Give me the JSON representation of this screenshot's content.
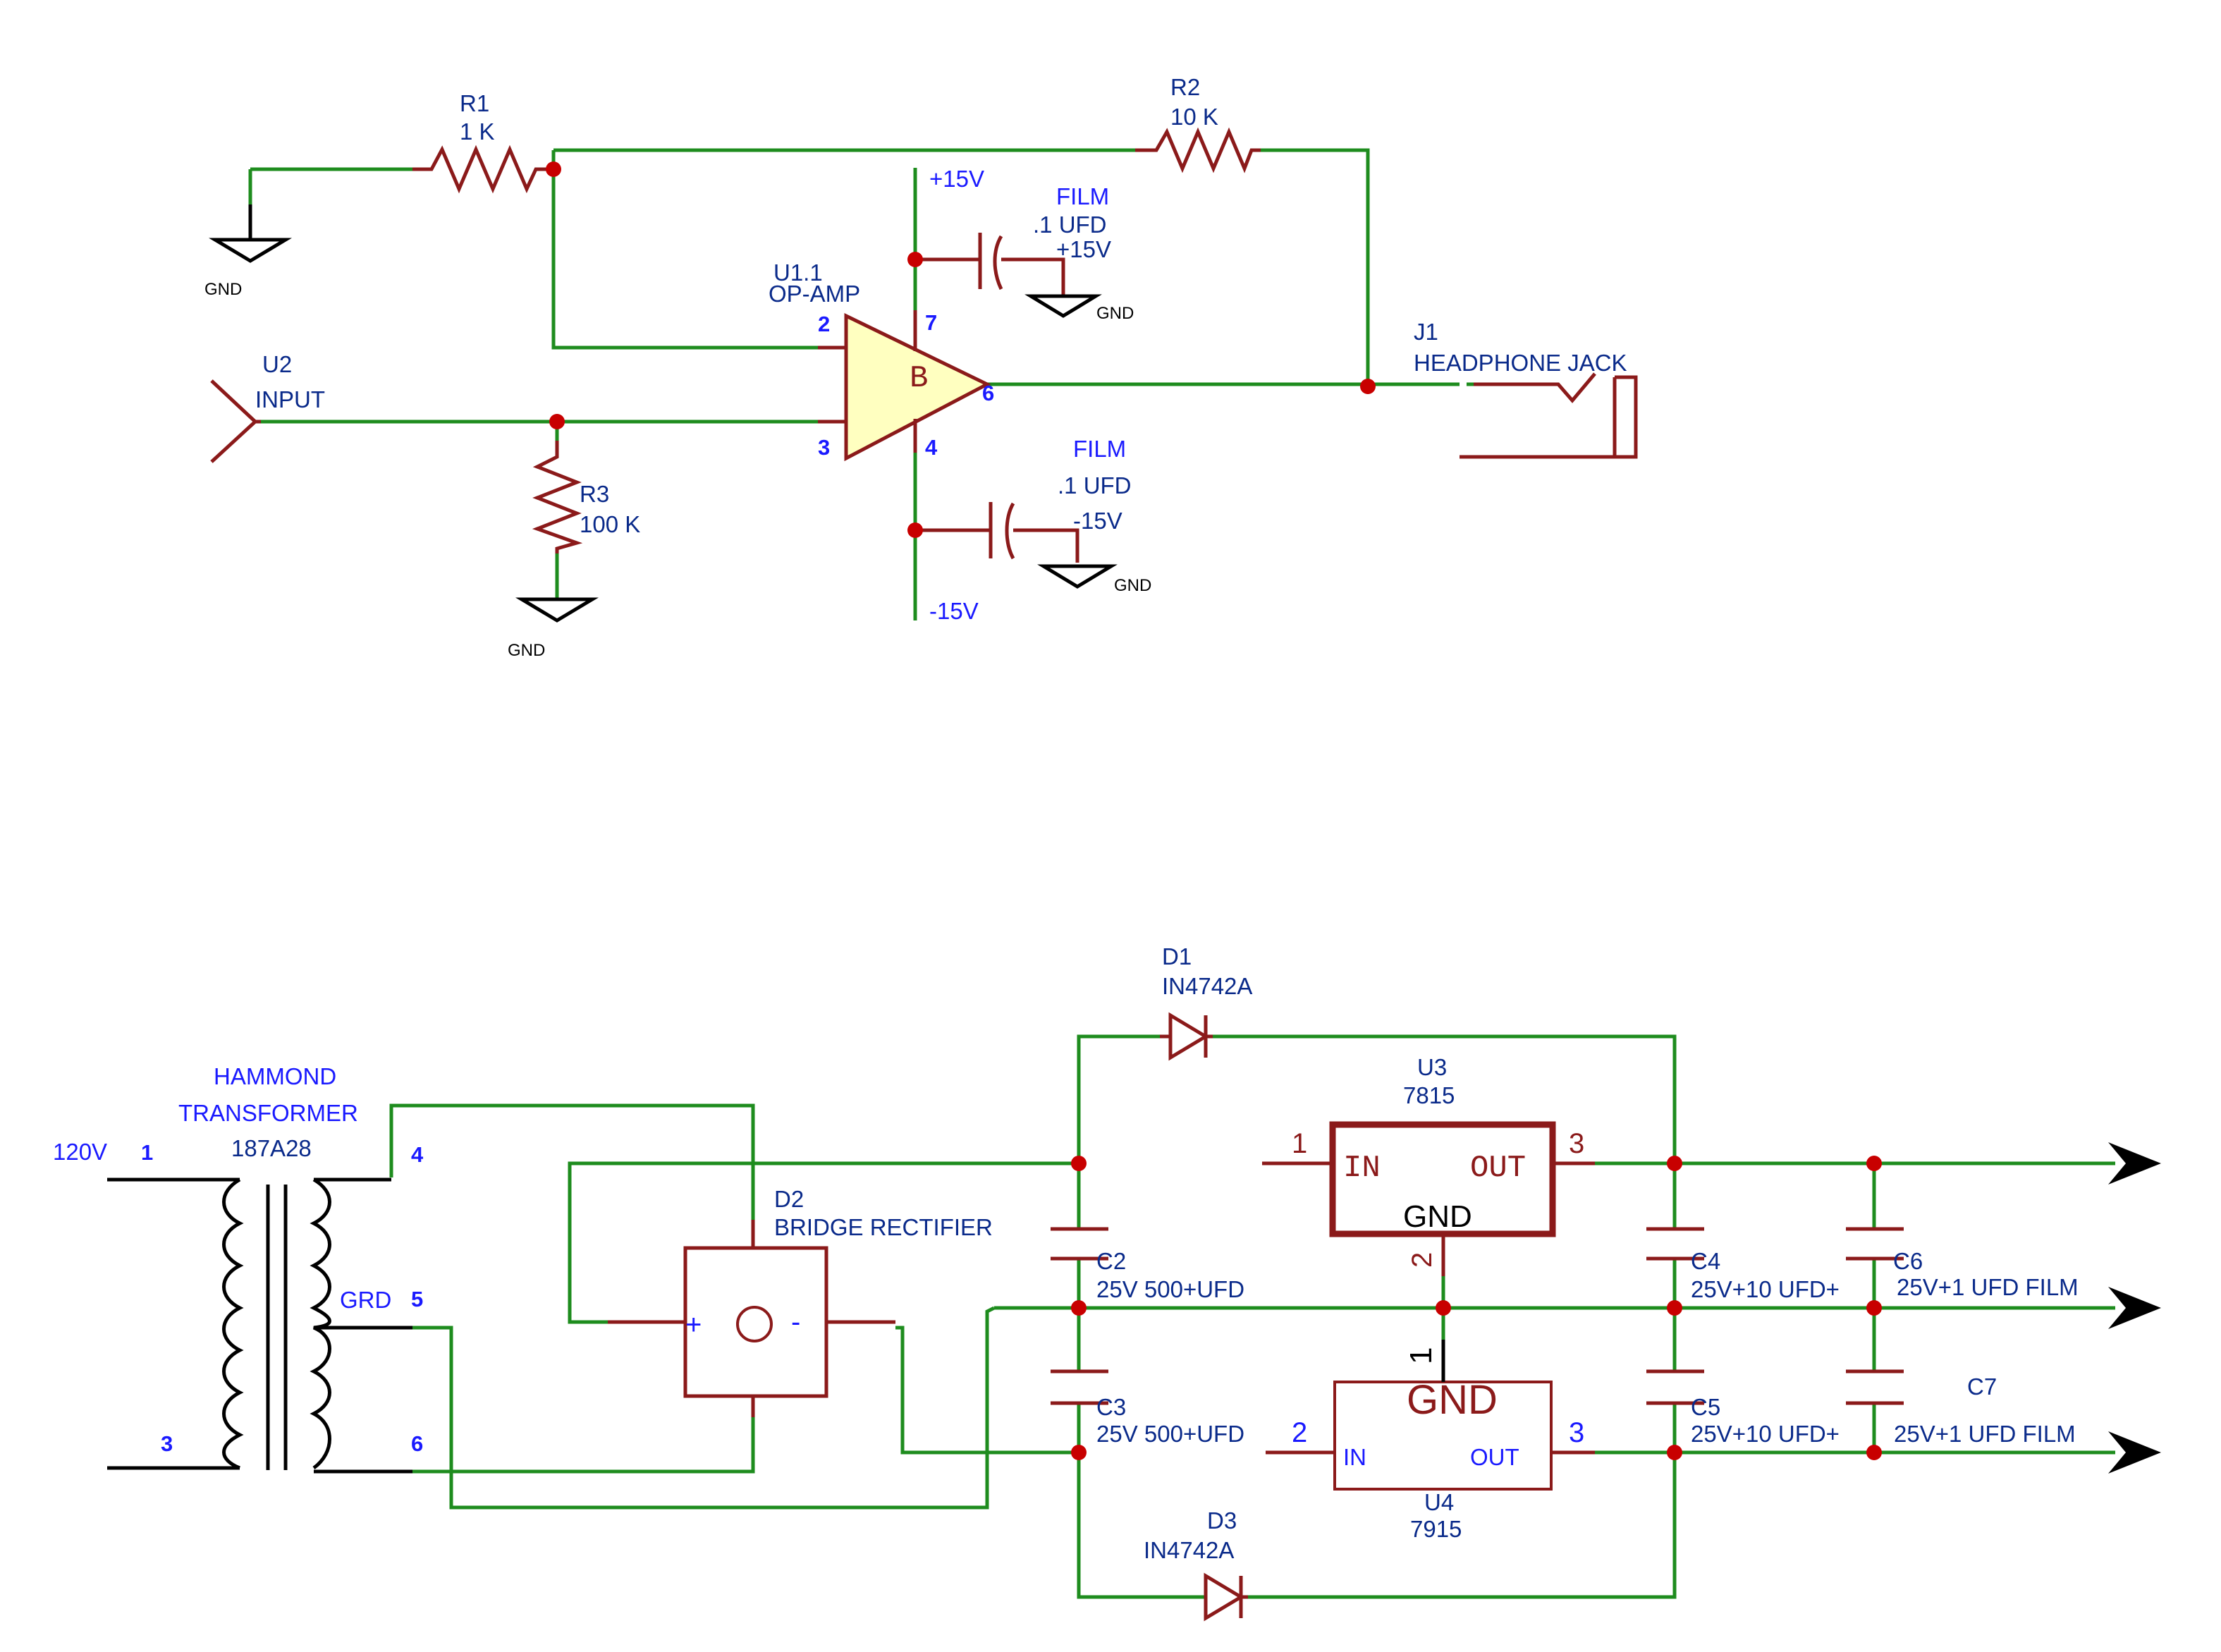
{
  "amp": {
    "r1": {
      "ref": "R1",
      "value": "1 K"
    },
    "r2": {
      "ref": "R2",
      "value": "10 K"
    },
    "r3": {
      "ref": "R3",
      "value": "100 K"
    },
    "u1": {
      "ref": "U1.1",
      "type": "OP-AMP",
      "body_letter": "B",
      "pin_inv": "2",
      "pin_noninv": "3",
      "pin_vpos": "7",
      "pin_vneg": "4",
      "pin_out": "6"
    },
    "u2": {
      "ref": "U2",
      "label": "INPUT"
    },
    "j1": {
      "ref": "J1",
      "label": "HEADPHONE JACK"
    },
    "rail_pos": "+15V",
    "rail_neg": "-15V",
    "cap_top": {
      "type": "FILM",
      "value": ".1 UFD",
      "rail": "+15V"
    },
    "cap_bottom": {
      "type": "FILM",
      "value": ".1 UFD",
      "rail": "-15V"
    },
    "gnd": "GND"
  },
  "psu": {
    "transformer": {
      "line1": "HAMMOND",
      "line2": "TRANSFORMER",
      "model": "187A28",
      "primary_voltage": "120V",
      "pin1": "1",
      "pin3": "3",
      "pin4": "4",
      "pin5": "5",
      "pin6": "6",
      "ground_label": "GRD"
    },
    "d2": {
      "ref": "D2",
      "label": "BRIDGE RECTIFIER",
      "plus": "+",
      "minus": "-"
    },
    "d1": {
      "ref": "D1",
      "part": "IN4742A"
    },
    "d3": {
      "ref": "D3",
      "part": "IN4742A"
    },
    "u3": {
      "ref": "U3",
      "part": "7815",
      "in_label": "IN",
      "out_label": "OUT",
      "gnd_label": "GND",
      "pin_in": "1",
      "pin_out": "3",
      "pin_gnd": "2"
    },
    "u4": {
      "ref": "U4",
      "part": "7915",
      "in_label": "IN",
      "out_label": "OUT",
      "gnd_label": "GND",
      "pin_in": "2",
      "pin_out": "3",
      "pin_gnd": "1"
    },
    "c2": {
      "ref": "C2",
      "value": "25V 500+UFD"
    },
    "c3": {
      "ref": "C3",
      "value": "25V 500+UFD"
    },
    "c4": {
      "ref": "C4",
      "value": "25V+10 UFD+"
    },
    "c5": {
      "ref": "C5",
      "value": "25V+10 UFD+"
    },
    "c6": {
      "ref": "C6",
      "value": "25V+1 UFD FILM"
    },
    "c7": {
      "ref": "C7",
      "value": "25V+1 UFD FILM"
    }
  }
}
